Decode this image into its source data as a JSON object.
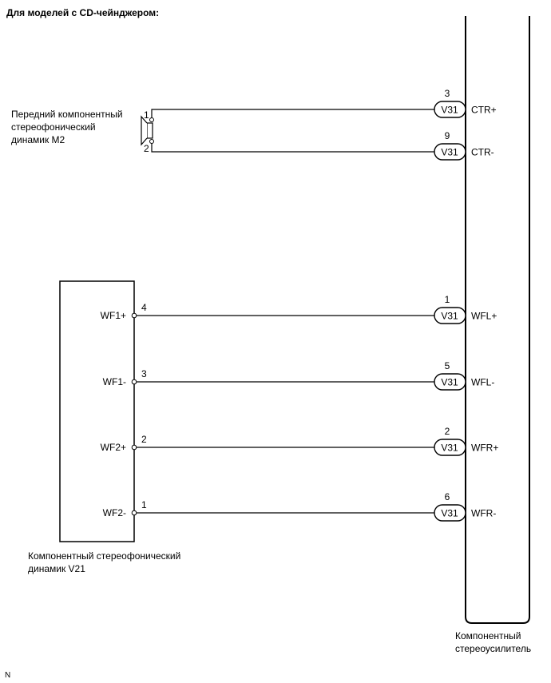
{
  "header": {
    "title": "Для моделей с CD-чейнджером:"
  },
  "front_speaker": {
    "label_lines": [
      "Передний компонентный",
      "стереофонический",
      "динамик M2"
    ],
    "pins": [
      "1",
      "2"
    ]
  },
  "component_speaker": {
    "label_lines": [
      "Компонентный стереофонический",
      "динамик V21"
    ],
    "terminals": [
      {
        "name": "WF1+",
        "pin": "4"
      },
      {
        "name": "WF1-",
        "pin": "3"
      },
      {
        "name": "WF2+",
        "pin": "2"
      },
      {
        "name": "WF2-",
        "pin": "1"
      }
    ]
  },
  "amplifier": {
    "label_lines": [
      "Компонентный",
      "стереоусилитель"
    ],
    "connectors": [
      {
        "code": "V31",
        "pin": "3",
        "signal": "CTR+"
      },
      {
        "code": "V31",
        "pin": "9",
        "signal": "CTR-"
      },
      {
        "code": "V31",
        "pin": "1",
        "signal": "WFL+"
      },
      {
        "code": "V31",
        "pin": "5",
        "signal": "WFL-"
      },
      {
        "code": "V31",
        "pin": "2",
        "signal": "WFR+"
      },
      {
        "code": "V31",
        "pin": "6",
        "signal": "WFR-"
      }
    ]
  },
  "footer": {
    "mark": "N"
  }
}
